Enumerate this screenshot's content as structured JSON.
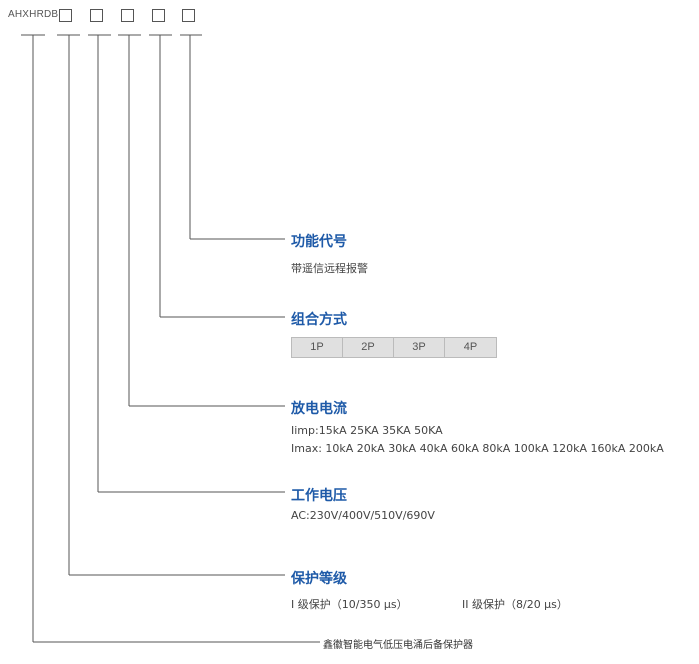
{
  "model": {
    "prefix": "AHXHRDB"
  },
  "sections": {
    "function_code": {
      "title": "功能代号",
      "desc": "带遥信远程报警"
    },
    "combination": {
      "title": "组合方式",
      "options": [
        "1P",
        "2P",
        "3P",
        "4P"
      ]
    },
    "discharge_current": {
      "title": "放电电流",
      "iimp": "Iimp:15kA  25KA  35KA  50KA",
      "imax": "Imax: 10kA 20kA 30kA 40kA 60kA 80kA 100kA  120kA 160kA 200kA"
    },
    "working_voltage": {
      "title": "工作电压",
      "desc": "AC:230V/400V/510V/690V"
    },
    "protection_level": {
      "title": "保护等级",
      "level1": "I 级保护（10/350 μs）",
      "level2": "II 级保护（8/20 μs）"
    }
  },
  "footer": "鑫徽智能电气低压电涌后备保护器",
  "colors": {
    "accent": "#1e5aa8",
    "line": "#555555"
  }
}
